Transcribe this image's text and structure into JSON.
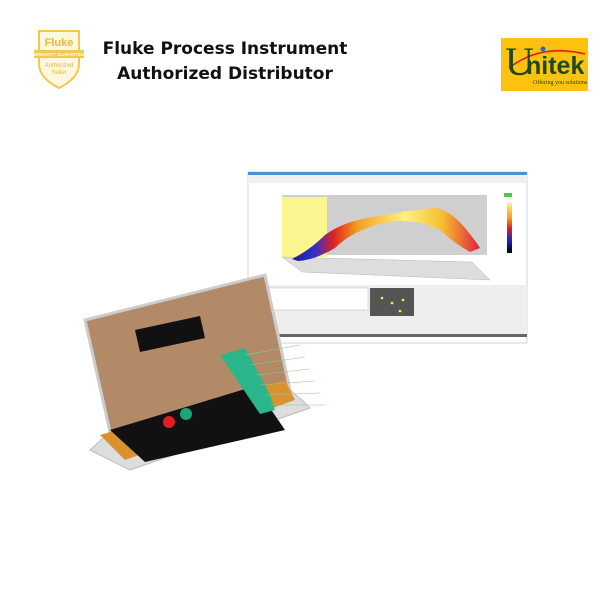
{
  "badge": {
    "brand": "Fluke",
    "ribbon": "WARRANTY GUARANTEED",
    "line1": "Authorized",
    "line2": "Seller"
  },
  "header": {
    "line1": "Fluke Process Instrument",
    "line2": "Authorized Distributor"
  },
  "logo": {
    "initial": "U",
    "rest": "nitek",
    "tagline": "Offering you solutions",
    "bg": "#fcc20f",
    "fg": "#1b4a16",
    "swoosh": "#e0201b"
  },
  "colors": {
    "badge_gold": "#f2c94c",
    "device_body": "#111111",
    "tray": "#d9922e",
    "connector": "#2bb58a",
    "stop_button": "#e02020",
    "start_button": "#1fa37a"
  }
}
